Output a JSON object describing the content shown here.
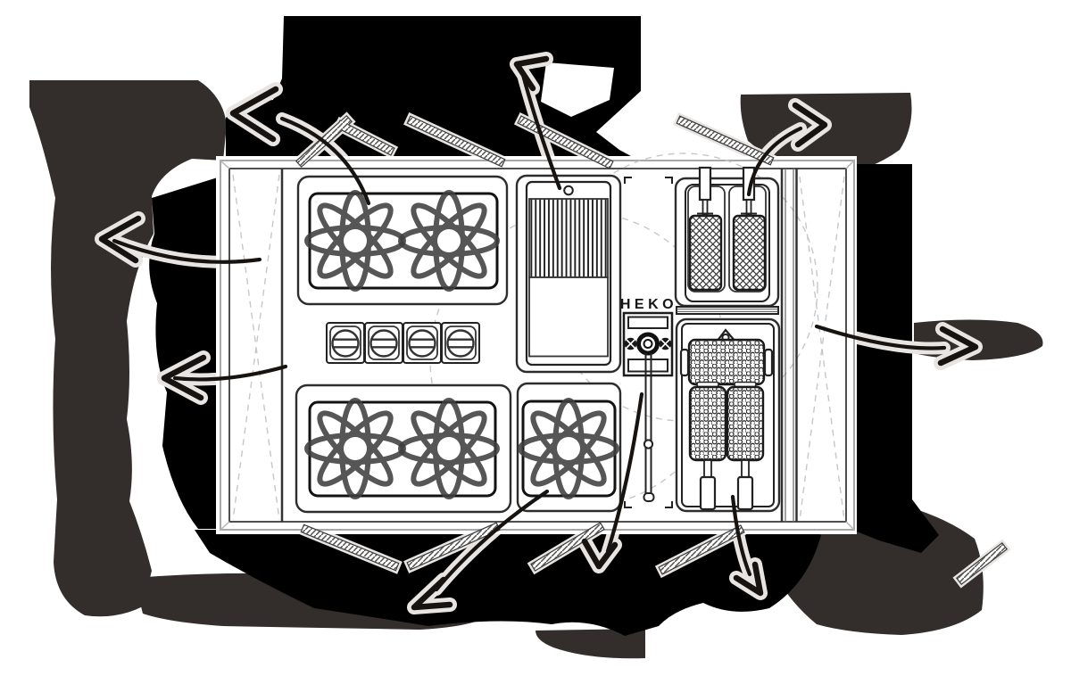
{
  "figure": {
    "kind": "mobile-kitchen-equipment-plan-diagram",
    "heko_label": "HEKO",
    "colors": {
      "paper": "#ffffff",
      "blob_charcoal": "#332d2b",
      "blob_black": "#000000",
      "line_dark": "#1a1a1a",
      "line_mid": "#4f4f4f",
      "bevel_gray": "#a8a8a8",
      "dashed_gray": "#c7c7c7",
      "arrow_ink": "#161311",
      "halo": "#e8e4e1"
    },
    "components": [
      "double-burner-module-top-left",
      "double-burner-module-bottom-left",
      "control-knob-row",
      "griddle-plate-with-ribs",
      "single-burner-module-bottom-middle",
      "heko-control-valve-with-rod",
      "reserved-space-corner-marks",
      "double-fryer-baskets-top-right",
      "fryer-perforated-trays-bottom-right",
      "right-service-wall-dashed",
      "awning-support-struts",
      "swing-radius-dashed-circles"
    ],
    "redacted_label_blobs": [
      "top-left",
      "top-center",
      "top-right",
      "left-upper",
      "left-lower",
      "right",
      "bottom-left",
      "bottom-center",
      "bottom-right"
    ],
    "callout_arrows": [
      {
        "id": "left-upper",
        "direction": "left"
      },
      {
        "id": "left-lower",
        "direction": "left"
      },
      {
        "id": "top-left",
        "direction": "up-left"
      },
      {
        "id": "top-center",
        "direction": "up"
      },
      {
        "id": "top-right",
        "direction": "up-right"
      },
      {
        "id": "right",
        "direction": "right"
      },
      {
        "id": "bottom-right",
        "direction": "down-right"
      },
      {
        "id": "bottom-center",
        "direction": "down"
      },
      {
        "id": "bottom-left",
        "direction": "down-left"
      }
    ]
  }
}
